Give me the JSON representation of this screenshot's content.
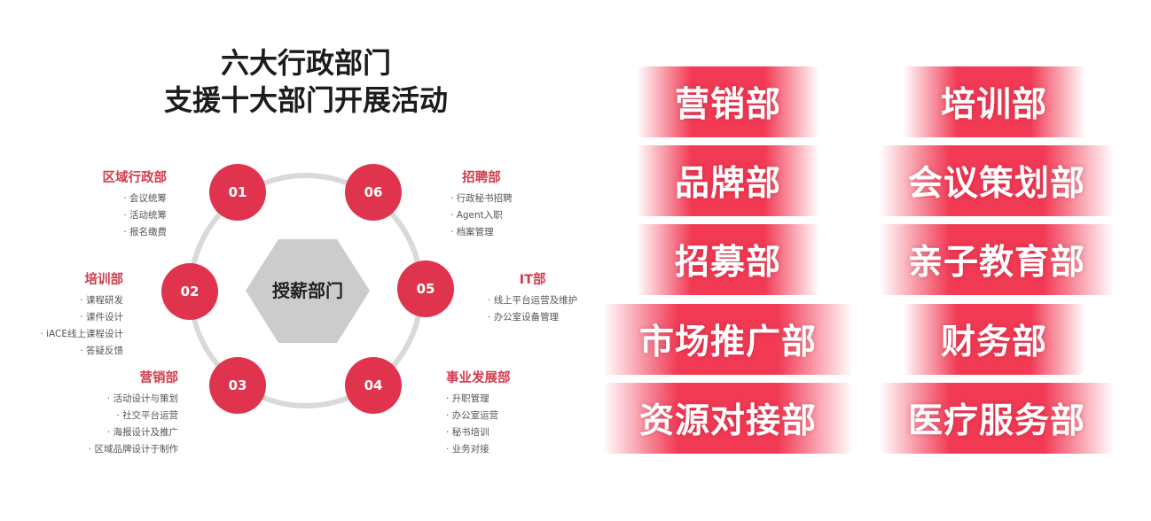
{
  "title": {
    "line1": "六大行政部门",
    "line2": "支援十大部门开展活动"
  },
  "center": "授薪部门",
  "nodes": [
    {
      "num": "01"
    },
    {
      "num": "02"
    },
    {
      "num": "03"
    },
    {
      "num": "04"
    },
    {
      "num": "05"
    },
    {
      "num": "06"
    }
  ],
  "departments": {
    "regional": {
      "name": "区域行政部",
      "items": [
        "会议统筹",
        "活动统筹",
        "报名缴费"
      ]
    },
    "training": {
      "name": "培训部",
      "items": [
        "课程研发",
        "课件设计",
        "iACE线上课程设计",
        "答疑反馈"
      ]
    },
    "marketing": {
      "name": "营销部",
      "items": [
        "活动设计与策划",
        "社交平台运营",
        "海报设计及推广",
        "区域品牌设计于制作"
      ]
    },
    "business": {
      "name": "事业发展部",
      "items": [
        "升职管理",
        "办公室运营",
        "秘书培训",
        "业务对接"
      ]
    },
    "it": {
      "name": "IT部",
      "items": [
        "线上平台运营及维护",
        "办公室设备管理"
      ]
    },
    "recruit": {
      "name": "招聘部",
      "items": [
        "行政秘书招聘",
        "Agent入职",
        "档案管理"
      ]
    }
  },
  "tags": {
    "left": [
      "营销部",
      "品牌部",
      "招募部",
      "市场推广部",
      "资源对接部"
    ],
    "right": [
      "培训部",
      "会议策划部",
      "亲子教育部",
      "财务部",
      "医疗服务部"
    ]
  },
  "colors": {
    "accent": "#e0344e",
    "ring": "#d9d9d9",
    "hexagon": "#cccccc",
    "tag": "#f23a55"
  }
}
